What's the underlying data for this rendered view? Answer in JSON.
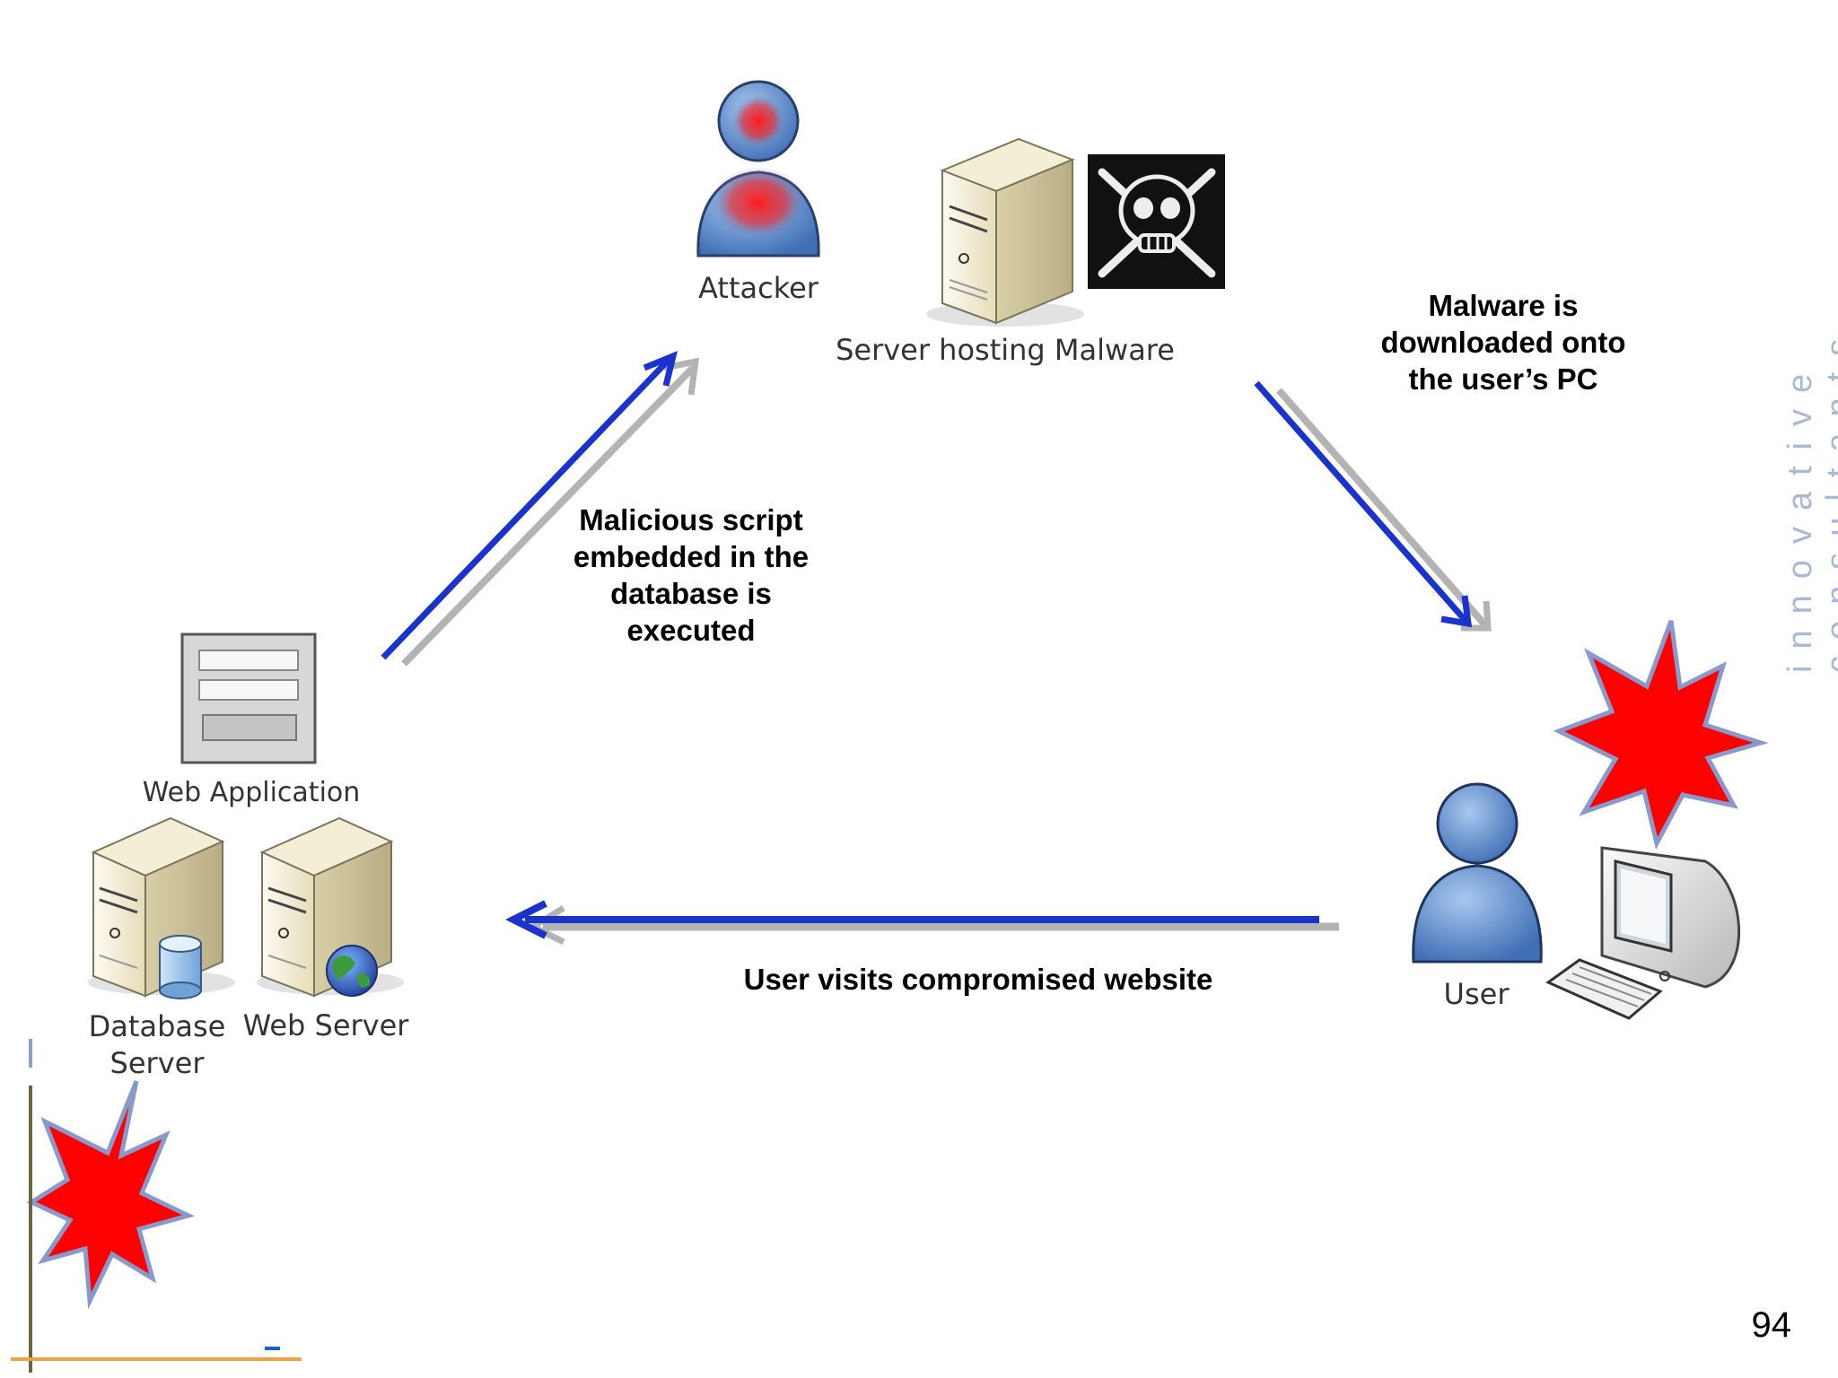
{
  "nodes": {
    "attacker": "Attacker",
    "malware_server": "Server hosting Malware",
    "web_application": "Web Application",
    "database_server": "Database\nServer",
    "web_server": "Web Server",
    "user": "User"
  },
  "captions": {
    "script_executed": "Malicious script\nembedded in the\ndatabase is\nexecuted",
    "malware_downloaded": "Malware is\ndownloaded onto\nthe user’s PC",
    "user_visits": "User visits compromised website"
  },
  "branding": "innovative consultants",
  "page_number": "94",
  "colors": {
    "arrow": "#1a33cc",
    "arrow_shadow": "#b3b3b3",
    "burst_fill": "#ff0000",
    "burst_stroke": "#8899cc",
    "person": "#5b8ed1",
    "attacker_glow": "#ff1a1a",
    "branding": "#a9b8d6",
    "accent_line": "#f0a040"
  },
  "icons": [
    "attacker-icon",
    "server-icon",
    "skull-crossbones-icon",
    "web-application-icon",
    "database-icon",
    "globe-icon",
    "user-icon",
    "computer-icon",
    "keyboard-icon",
    "explosion-icon"
  ]
}
